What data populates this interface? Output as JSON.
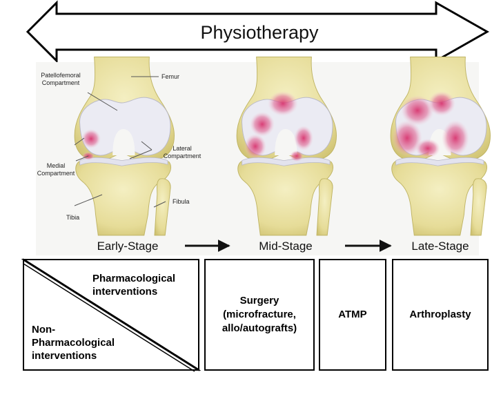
{
  "banner": {
    "label": "Physiotherapy"
  },
  "annotations": {
    "patellofemoral": "Patellofemoral\nCompartment",
    "femur": "Femur",
    "lateral": "Lateral\nCompartment",
    "medial": "Medial\nCompartment",
    "tibia": "Tibia",
    "fibula": "Fibula"
  },
  "stages": [
    "Early-Stage",
    "Mid-Stage",
    "Late-Stage"
  ],
  "interventions": {
    "pharmacological": "Pharmacological\ninterventions",
    "non_pharmacological": "Non-\nPharmacological\ninterventions"
  },
  "boxes": {
    "surgery": "Surgery\n(microfracture,\nallo/autografts)",
    "atmp": "ATMP",
    "arthroplasty": "Arthroplasty"
  },
  "colors": {
    "bone": "#ede6a8",
    "bone_shade": "#c9bf6a",
    "cartilage": "#e9e9f2",
    "lesion": "#d8356f",
    "panel_bg": "#f6f6f4"
  }
}
